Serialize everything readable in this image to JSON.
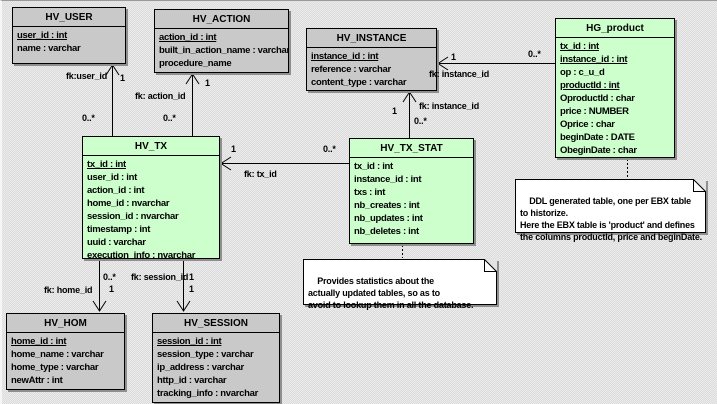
{
  "diagram": {
    "entities": {
      "hv_user": {
        "title": "HV_USER",
        "fields": [
          "user_id : int",
          "name : varchar"
        ]
      },
      "hv_action": {
        "title": "HV_ACTION",
        "fields": [
          "action_id : int",
          "built_in_action_name : varchar",
          "procedure_name"
        ]
      },
      "hv_instance": {
        "title": "HV_INSTANCE",
        "fields": [
          "instance_id : int",
          "reference : varchar",
          "content_type : varchar"
        ]
      },
      "hg_product": {
        "title": "HG_product",
        "fields": [
          "tx_id : int",
          "instance_id : int",
          "op : c_u_d",
          "productId : int",
          "OproductId : char",
          "price : NUMBER",
          "Oprice : char",
          "beginDate : DATE",
          "ObeginDate : char"
        ]
      },
      "hv_tx": {
        "title": "HV_TX",
        "fields": [
          "tx_id : int",
          "user_id : int",
          "action_id : int",
          "home_id : nvarchar",
          "session_id : nvarchar",
          "timestamp : int",
          "uuid : varchar",
          "execution_info : nvarchar"
        ]
      },
      "hv_tx_stat": {
        "title": "HV_TX_STAT",
        "fields": [
          "tx_id : int",
          "instance_id : int",
          "txs : int",
          "nb_creates : int",
          "nb_updates : int",
          "nb_deletes : int"
        ]
      },
      "hv_hom": {
        "title": "HV_HOM",
        "fields": [
          "home_id : int",
          "home_name : varchar",
          "home_type : varchar",
          "newAttr : int"
        ]
      },
      "hv_session": {
        "title": "HV_SESSION",
        "fields": [
          "session_id : int",
          "session_type : varchar",
          "ip_address : varchar",
          "http_id : varchar",
          "tracking_info : nvarchar"
        ]
      }
    },
    "notes": {
      "tx_stat_note": "Provides statistics about the\nactually updated tables, so as to\navoid to lookup them in all the database.",
      "product_note": "DDL generated table, one per EBX table\nto historize.\nHere the EBX table is 'product' and defines\nthe columns productId, price and beginDate."
    },
    "labels": {
      "user_fk": "fk:user_id",
      "user_one": "1",
      "user_many": "0..*",
      "action_fk": "fk: action_id",
      "action_one": "1",
      "action_many": "0..*",
      "inst_stat_fk": "fk: instance_id",
      "inst_stat_one": "1",
      "inst_stat_many": "0..*",
      "inst_prod_fk": "fk: instance_id",
      "inst_prod_one": "1",
      "inst_prod_many": "0..*",
      "tx_fk": "fk: tx_id",
      "tx_one": "1",
      "tx_many": "0..*",
      "home_fk": "fk: home_id",
      "home_many": "0..*",
      "home_one": "1",
      "session_fk": "fk: session_id",
      "session_top": "1",
      "session_one": "1"
    },
    "colors": {
      "entity_gray": "#c9c9c9",
      "entity_green": "#ccffcc",
      "note_bg": "#ffffff",
      "line": "#000000"
    }
  }
}
